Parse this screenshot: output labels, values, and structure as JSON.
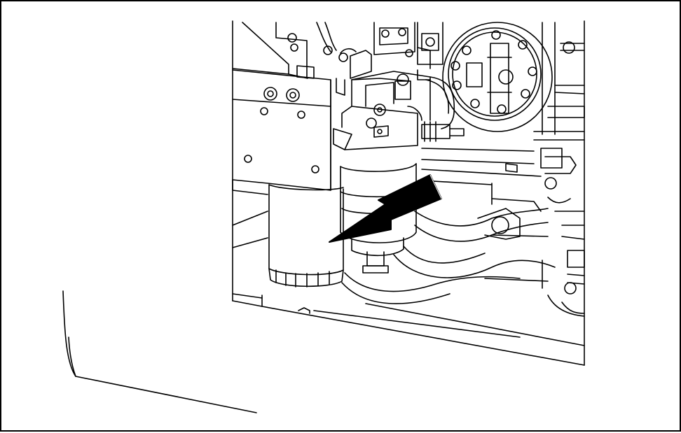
{
  "figure": {
    "kind": "technical line illustration",
    "subject": "engine-compartment-with-filter",
    "indicator": "arrow-pointing-down-left",
    "colors": {
      "line": "#000000",
      "background": "#ffffff",
      "arrow": "#000000"
    }
  }
}
